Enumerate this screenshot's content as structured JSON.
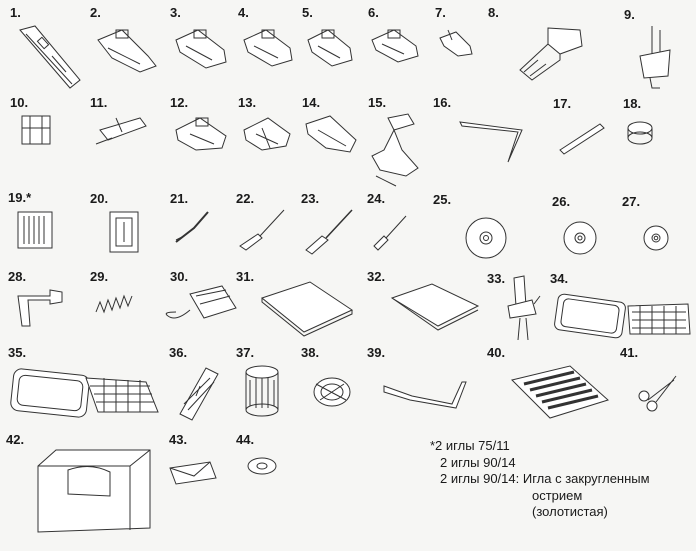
{
  "labels": [
    "1.",
    "2.",
    "3.",
    "4.",
    "5.",
    "6.",
    "7.",
    "8.",
    "9.",
    "10.",
    "11.",
    "12.",
    "13.",
    "14.",
    "15.",
    "16.",
    "17.",
    "18.",
    "19.*",
    "20.",
    "21.",
    "22.",
    "23.",
    "24.",
    "25.",
    "26.",
    "27.",
    "28.",
    "29.",
    "30.",
    "31.",
    "32.",
    "33.",
    "34.",
    "35.",
    "36.",
    "37.",
    "38.",
    "39.",
    "40.",
    "41.",
    "42.",
    "43.",
    "44."
  ],
  "note": {
    "line1": "*2 иглы 75/11",
    "line2": "2 иглы 90/14",
    "line3": "2 иглы 90/14: Игла с закругленным",
    "line4": "острием",
    "line5": "(золотистая)"
  },
  "icons": [
    "buttonhole-foot-icon",
    "presser-foot-icon",
    "bobbin-icon",
    "needle-case-icon",
    "seam-ripper-icon",
    "brush-icon",
    "screwdriver-icon",
    "spool-cap-icon",
    "spool-pin-icon",
    "spring-icon",
    "foot-control-icon",
    "felt-pad-icon",
    "cloth-icon",
    "embroidery-foot-icon",
    "embroidery-hoop-icon",
    "grid-sheet-icon",
    "thread-net-icon",
    "thread-spool-icon",
    "bobbin-case-icon",
    "bent-rod-icon",
    "label-sheet-icon",
    "scissors-icon",
    "dust-cover-icon",
    "envelope-icon",
    "washer-icon"
  ]
}
